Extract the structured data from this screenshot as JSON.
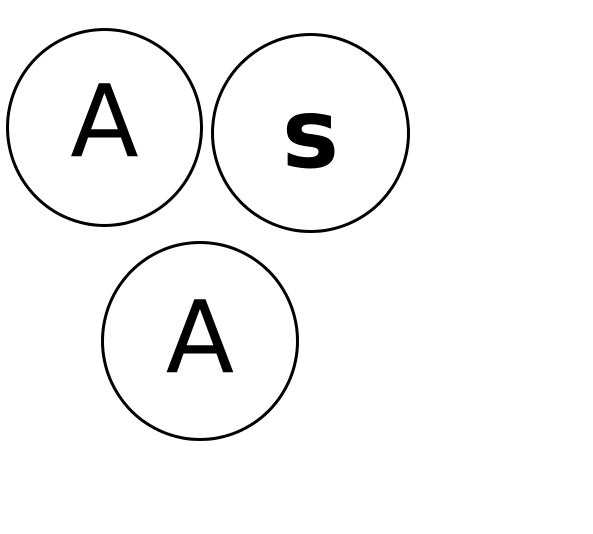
{
  "diagram": {
    "nodes": [
      {
        "label": "A"
      },
      {
        "label": "s"
      },
      {
        "label": "A"
      }
    ],
    "colors": {
      "stroke": "#000000",
      "fill": "#ffffff",
      "text": "#000000"
    }
  }
}
